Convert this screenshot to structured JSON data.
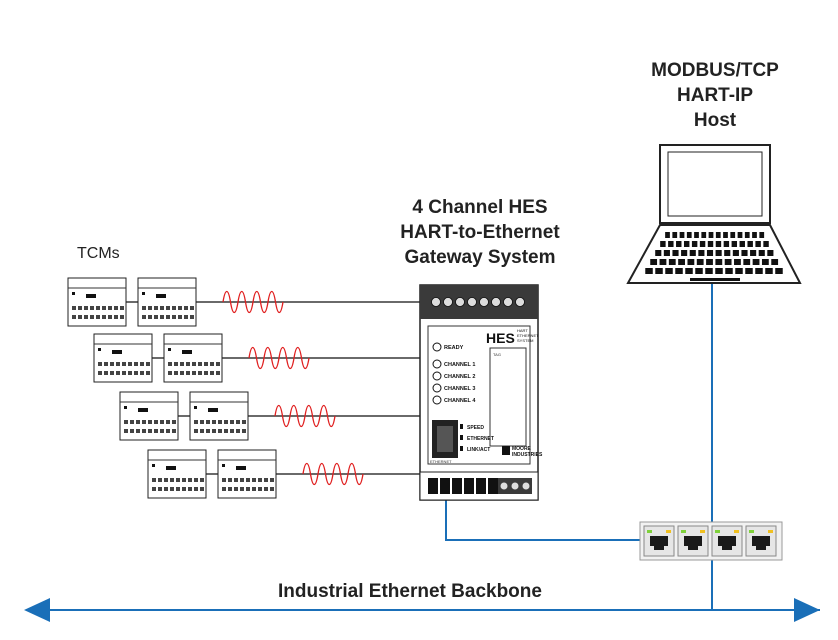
{
  "gateway": {
    "title_lines": [
      "4 Channel HES",
      "HART-to-Ethernet",
      "Gateway System"
    ],
    "logo": "HES",
    "logo_sub": [
      "HART",
      "ETHERNET",
      "SYSTEM"
    ],
    "leds": [
      "READY",
      "CHANNEL 1",
      "CHANNEL 2",
      "CHANNEL 3",
      "CHANNEL 4"
    ],
    "port_leds": [
      "SPEED",
      "ETHERNET",
      "LINK/ACT"
    ],
    "brand": [
      "MOORE",
      "INDUSTRIES"
    ],
    "port_label": "ETHERNET"
  },
  "host": {
    "title_lines": [
      "MODBUS/TCP",
      "HART-IP",
      "Host"
    ]
  },
  "tcms": {
    "label": "TCMs",
    "rows": 4,
    "units_per_row": 2
  },
  "network": {
    "backbone_label": "Industrial Ethernet Backbone",
    "switch_ports": 4
  },
  "colors": {
    "wire": "#111111",
    "hart_signal": "#e02020",
    "ethernet_link": "#1a6fb8",
    "backbone": "#1a6fb8",
    "device_body": "#ffffff",
    "device_outline": "#222222",
    "port_led_green": "#7fd13b",
    "port_led_amber": "#f0c020"
  }
}
